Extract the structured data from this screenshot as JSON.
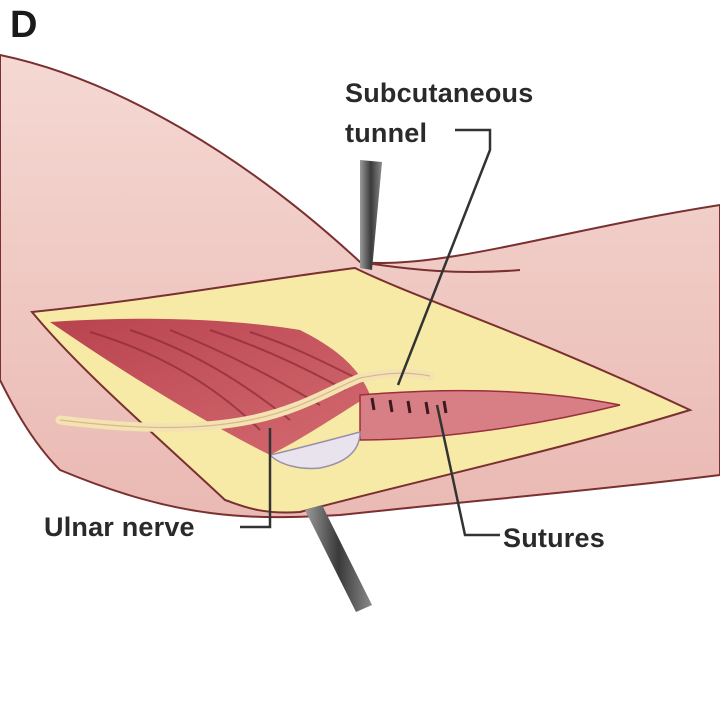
{
  "panel_letter": "D",
  "labels": {
    "subcutaneous_tunnel_line1": "Subcutaneous",
    "subcutaneous_tunnel_line2": "tunnel",
    "ulnar_nerve": "Ulnar nerve",
    "sutures": "Sutures"
  },
  "colors": {
    "skin": "#f2cfc9",
    "skin_shade": "#e9b6b0",
    "outline": "#7a3030",
    "fat": "#f6eaa6",
    "muscle": "#c0505a",
    "muscle_dark": "#9a2f3c",
    "nerve": "#f3e3b2",
    "instrument": "#555555",
    "leader_line": "#333333",
    "text": "#2a2a2a"
  }
}
